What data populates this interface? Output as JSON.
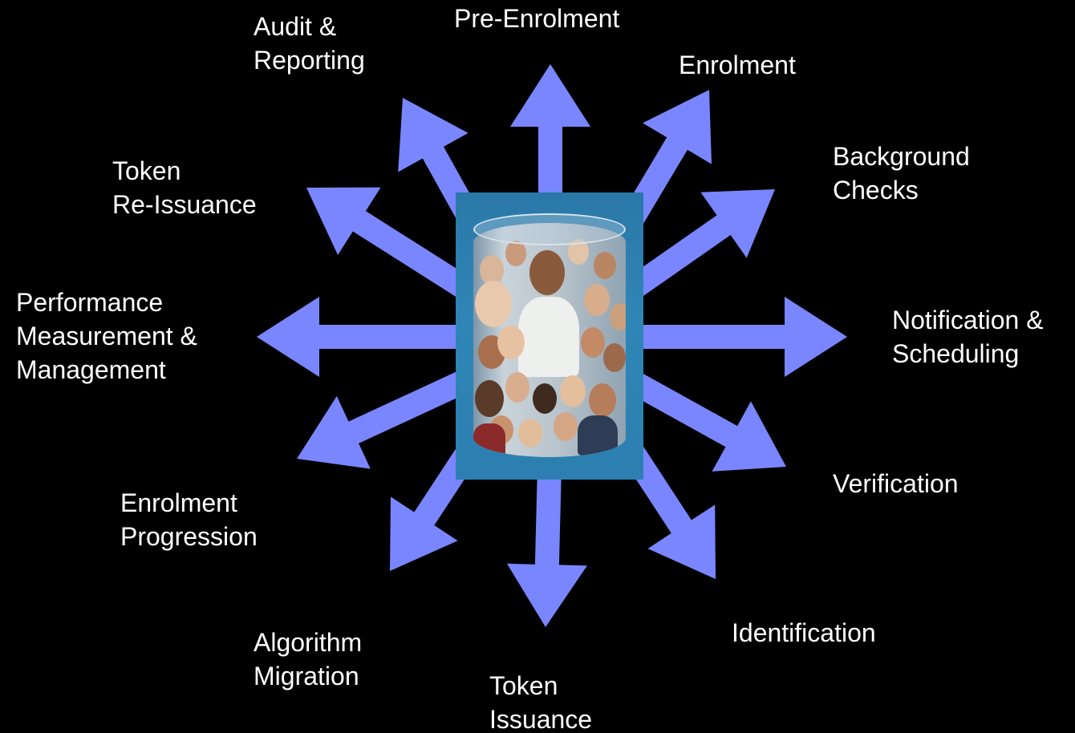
{
  "diagram": {
    "center_image": "database-of-people",
    "arrow_color": "#7a86ff",
    "background_color": "#000000",
    "label_color": "#ffffff",
    "labels": {
      "pre_enrolment": [
        "Pre-Enrolment"
      ],
      "enrolment": [
        "Enrolment"
      ],
      "background_checks": [
        "Background",
        "Checks"
      ],
      "notification_scheduling": [
        "Notification &",
        "Scheduling"
      ],
      "verification": [
        "Verification"
      ],
      "identification": [
        "Identification"
      ],
      "token_issuance": [
        "Token",
        "Issuance"
      ],
      "algorithm_migration": [
        "Algorithm",
        "Migration"
      ],
      "enrolment_progression": [
        "Enrolment",
        "Progression"
      ],
      "performance_measurement": [
        "Performance",
        "Measurement &",
        "Management"
      ],
      "token_reissuance": [
        "Token",
        "Re-Issuance"
      ],
      "audit_reporting": [
        "Audit &",
        "Reporting"
      ]
    }
  }
}
